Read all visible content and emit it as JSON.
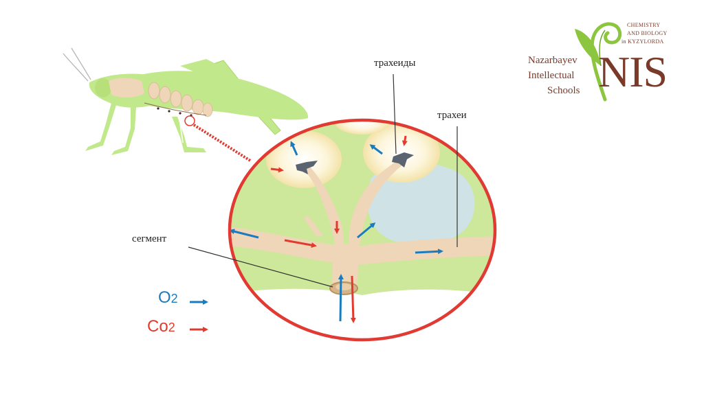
{
  "labels": {
    "tracheids": "трахеиды",
    "tracheae": "трахеи",
    "segment": "сегмент"
  },
  "legend": {
    "o2": "O2",
    "co2": "Co2"
  },
  "logo": {
    "line1": "Nazarbayev",
    "line2": "Intellectual",
    "line3": "Schools",
    "small1": "CHEMISTRY",
    "small2": "AND BIOLOGY",
    "small3": "in KYZYLORDA",
    "mark": "NIS"
  },
  "colors": {
    "oxygen": "#1a7bbf",
    "carbon_dioxide": "#e23b2e",
    "insect": "#c2e88c",
    "circle_border": "#e03a32",
    "tissue": "#cde89a",
    "trachea": "#efd6b8",
    "fluid": "#cfe3e7",
    "logo": "#7a3a2a",
    "logo_leaf": "#8cc63f"
  }
}
